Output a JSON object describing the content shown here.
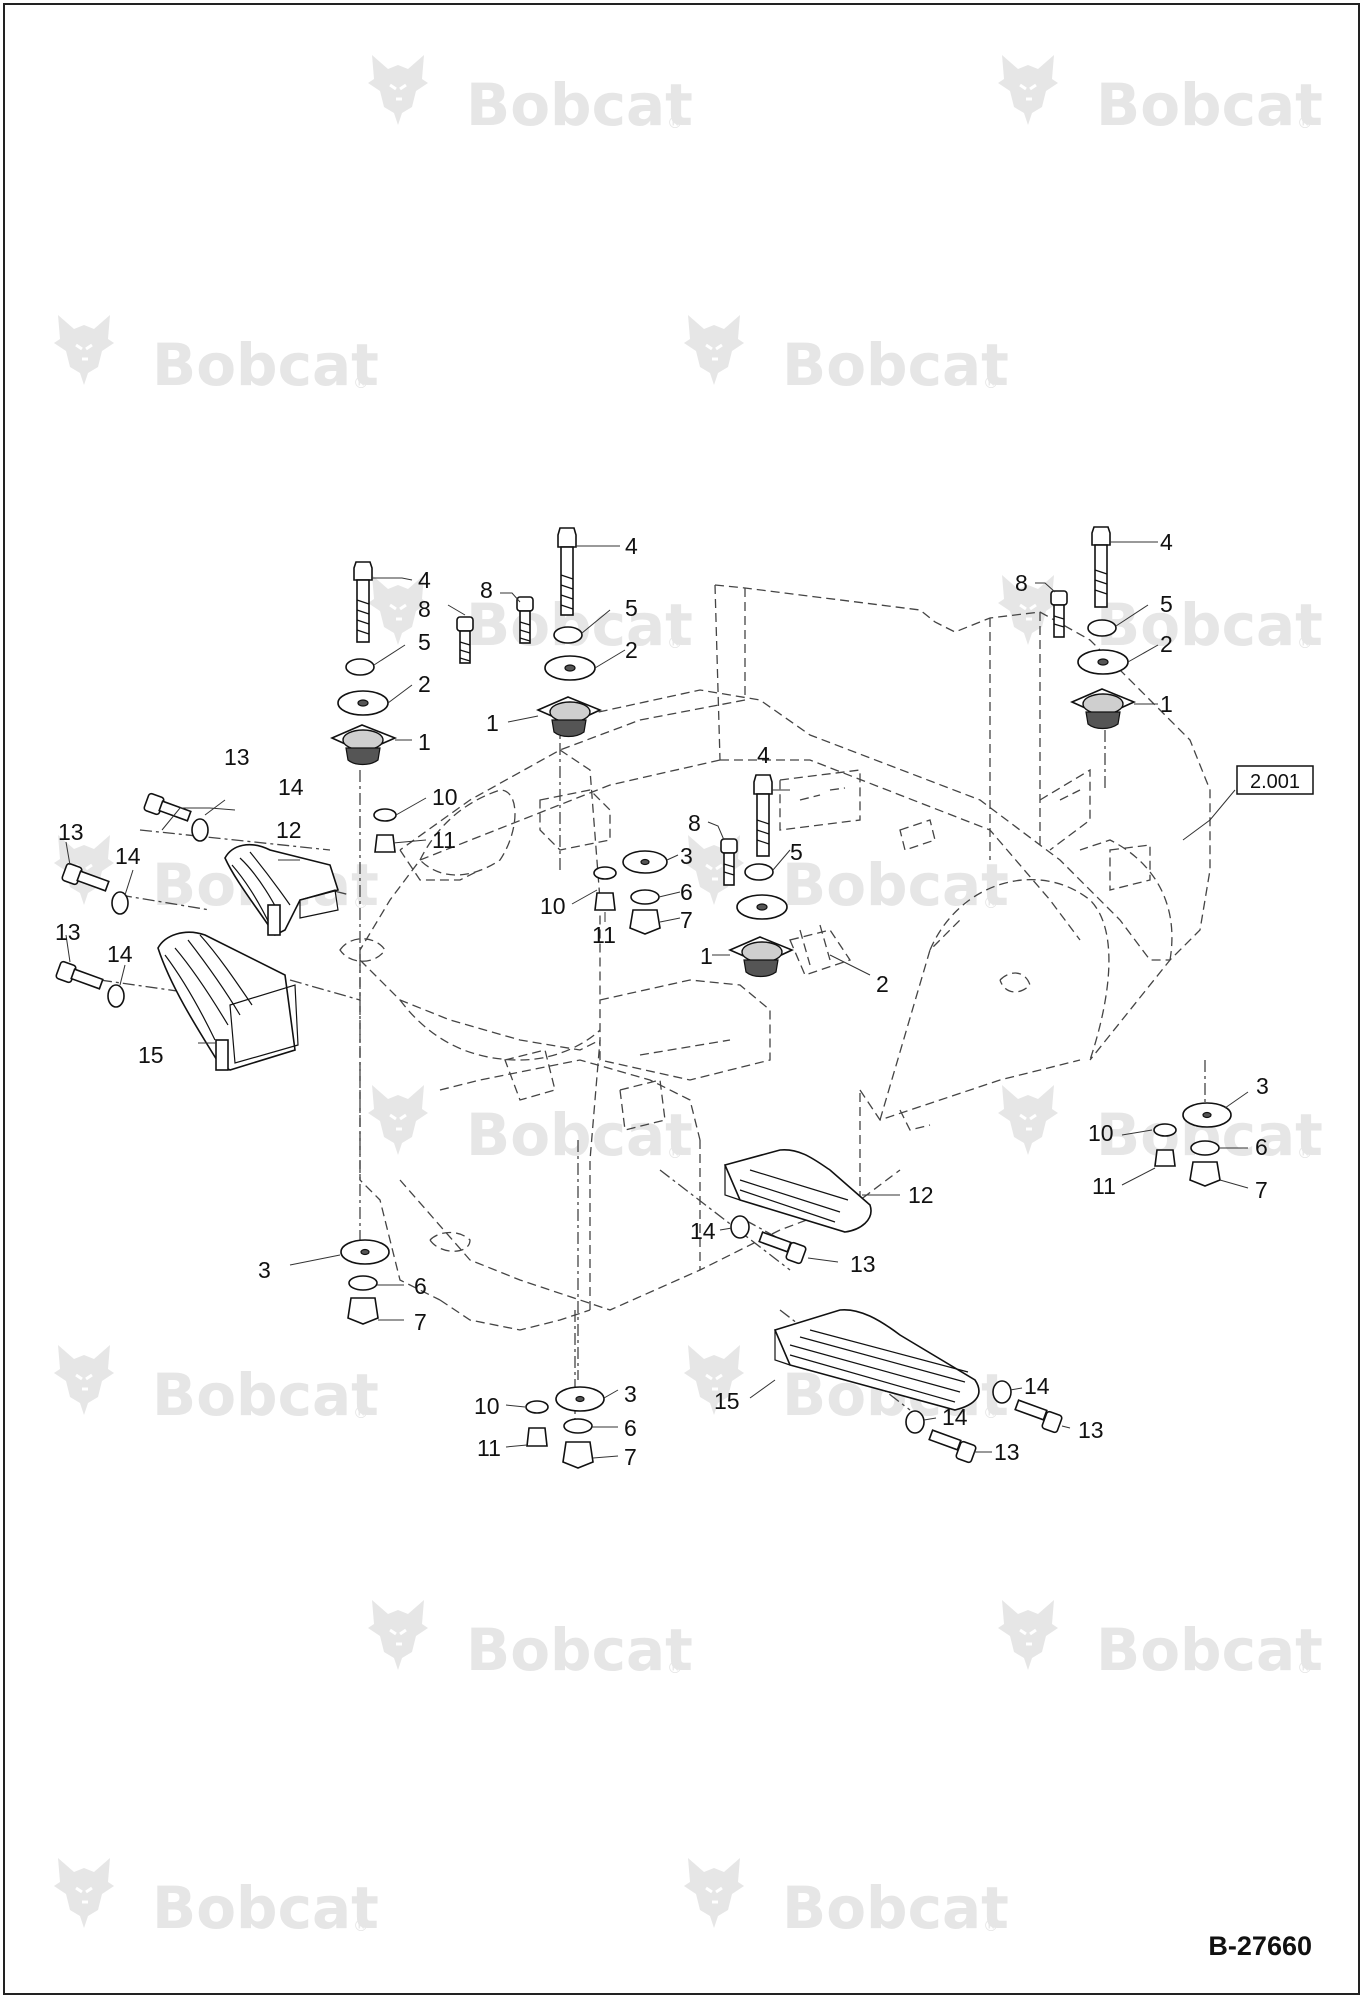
{
  "watermark": {
    "brand": "Bobcat",
    "registered_mark": "®"
  },
  "reference_box": {
    "label": "2.001"
  },
  "drawing_number": "B-27660",
  "callouts": {
    "n1": "1",
    "n2": "2",
    "n3": "3",
    "n4": "4",
    "n5": "5",
    "n6": "6",
    "n7": "7",
    "n8": "8",
    "n10": "10",
    "n11": "11",
    "n12": "12",
    "n13": "13",
    "n14": "14",
    "n15": "15"
  }
}
